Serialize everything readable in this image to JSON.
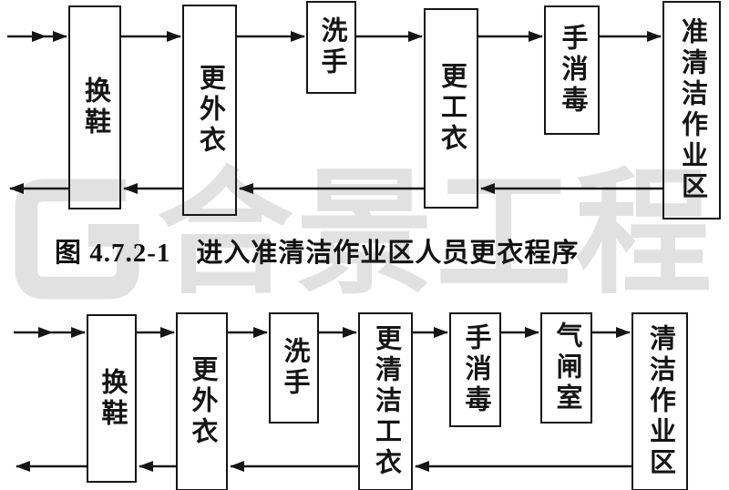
{
  "watermark": {
    "text": "合景工程"
  },
  "top_chart": {
    "boxes": [
      {
        "label": "换鞋"
      },
      {
        "label": "更外衣"
      },
      {
        "label": "洗手"
      },
      {
        "label": "更工衣"
      },
      {
        "label": "手消毒"
      },
      {
        "label": "准清洁作业区"
      }
    ]
  },
  "caption": {
    "figure_no": "图 4.7.2-1",
    "title": "进入准清洁作业区人员更衣程序"
  },
  "bottom_chart": {
    "boxes": [
      {
        "label": "换鞋"
      },
      {
        "label": "更外衣"
      },
      {
        "label": "洗手"
      },
      {
        "label": "更清洁工衣"
      },
      {
        "label": "手消毒"
      },
      {
        "label": "气闸室"
      },
      {
        "label": "清洁作业区"
      }
    ]
  }
}
